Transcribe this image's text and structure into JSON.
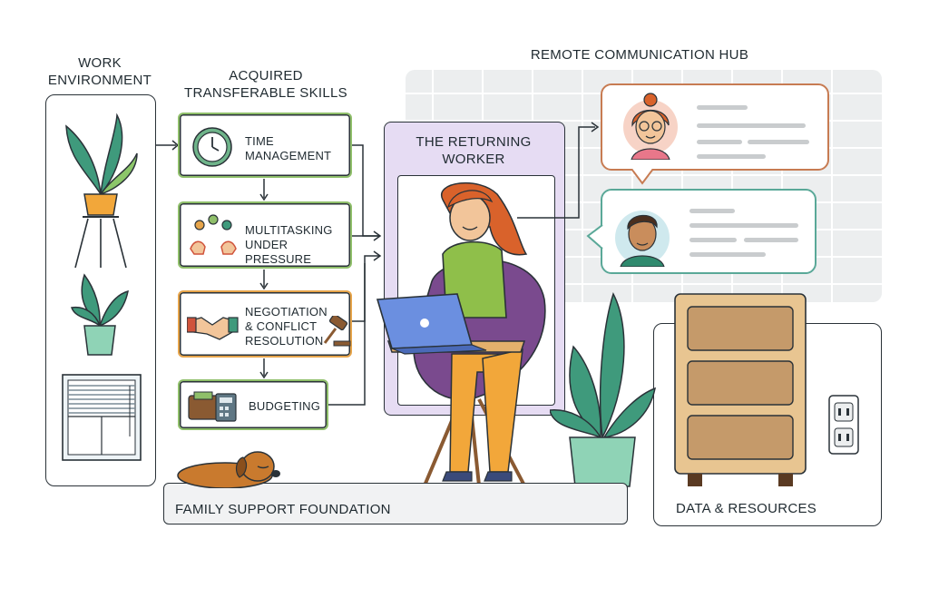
{
  "headers": {
    "work_environment": "WORK\nENVIRONMENT",
    "acquired_skills": "ACQUIRED\nTRANSFERABLE SKILLS",
    "remote_hub": "REMOTE COMMUNICATION HUB",
    "returning_worker": "THE RETURNING\nWORKER"
  },
  "skills": [
    {
      "label": "TIME\nMANAGEMENT",
      "icon": "clock-icon"
    },
    {
      "label": "MULTITASKING\nUNDER PRESSURE",
      "icon": "juggling-hands-icon"
    },
    {
      "label": "NEGOTIATION\n& CONFLICT\nRESOLUTION",
      "icon": "handshake-gavel-icon"
    },
    {
      "label": "BUDGETING",
      "icon": "wallet-calculator-icon"
    }
  ],
  "foundation_label": "FAMILY SUPPORT FOUNDATION",
  "resources_label": "DATA & RESOURCES",
  "colors": {
    "skill_border_green": "#8fbf6a",
    "skill_border_orange": "#e6a44a",
    "worker_panel_purple": "#e6dcf3",
    "hub_grid_bg": "#eceeef",
    "bubble_orange": "#c77b52",
    "bubble_teal": "#5aa898"
  }
}
